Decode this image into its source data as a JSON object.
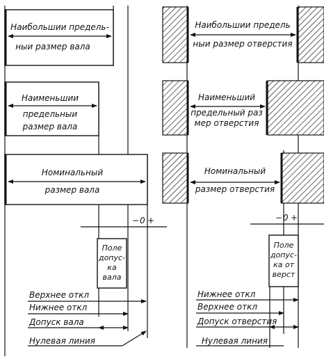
{
  "shaft": {
    "max_size": [
      "Наибольшии предель-",
      "ныи размер вала"
    ],
    "min_size": [
      "Наименьшии",
      "предельныи",
      "размер вала"
    ],
    "nominal_size": [
      "Номинальный",
      "размер вала"
    ],
    "tolerance_field": [
      "Поле",
      "допус-",
      "ка",
      "вала"
    ],
    "upper_deviation": "Верхнее откл",
    "lower_deviation": "Нижнее откл",
    "tolerance": "Допуск вала",
    "zero_line": "Нулевая линия",
    "zero_mark": "0",
    "minus_sign": "−",
    "plus_sign": "+"
  },
  "hole": {
    "max_size": [
      "Наибольшии предель",
      "ныи размер отверстия"
    ],
    "min_size": [
      "Наименьший",
      "предельный раз",
      "мер отверстия"
    ],
    "nominal_size": [
      "Номинальный",
      "размер отверстия"
    ],
    "tolerance_field": [
      "Поле",
      "допус-",
      "ка от",
      "верст"
    ],
    "lower_deviation": "Нижнее откл",
    "upper_deviation": "Верхнее откл",
    "tolerance": "Допуск отверстия",
    "zero_line": "Нулевая линия",
    "zero_mark": "0",
    "minus_sign": "−",
    "plus_sign": "+"
  }
}
